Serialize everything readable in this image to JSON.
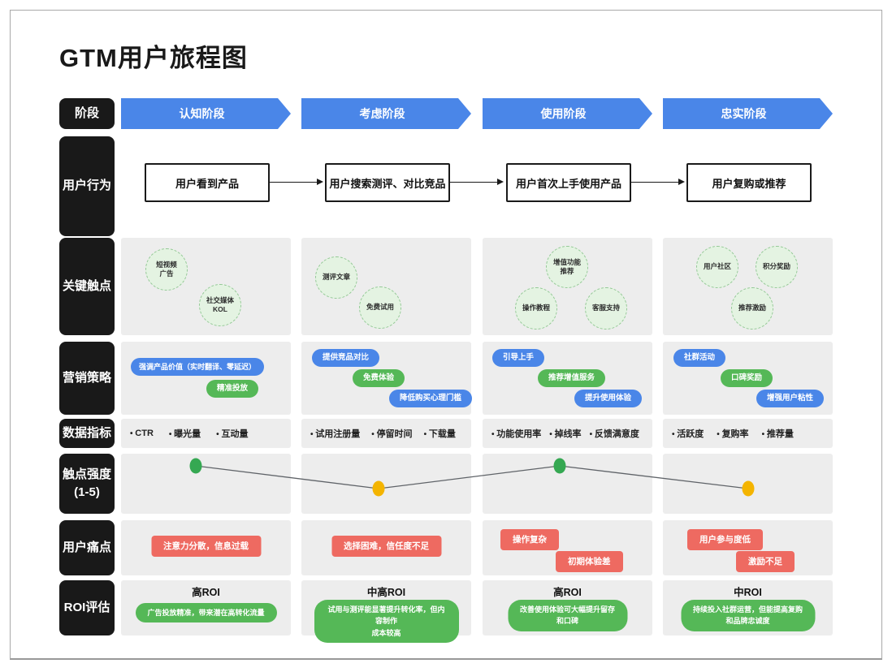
{
  "page": {
    "title": "GTM用户旅程图"
  },
  "colors": {
    "blue": "#4a86e8",
    "green": "#55b857",
    "red": "#ee6a61",
    "lightgreen": "#e4f3e2",
    "circleborder": "#94c996",
    "panel": "#ededed",
    "black": "#191919"
  },
  "row_labels": {
    "stage": "阶段",
    "behavior": "用户行为",
    "touchpoints": "关键触点",
    "strategy": "营销策略",
    "metrics": "数据指标",
    "intensity": "触点强度\n(1-5)",
    "pain": "用户痛点",
    "roi": "ROI评估"
  },
  "stages": [
    {
      "label": "认知阶段"
    },
    {
      "label": "考虑阶段"
    },
    {
      "label": "使用阶段"
    },
    {
      "label": "忠实阶段"
    }
  ],
  "behaviors": [
    {
      "label": "用户看到产品"
    },
    {
      "label": "用户搜索测评、对比竞品"
    },
    {
      "label": "用户首次上手使用产品"
    },
    {
      "label": "用户复购或推荐"
    }
  ],
  "touchpoints": {
    "columns": [
      {
        "items": [
          {
            "label": "短视频\n广告"
          },
          {
            "label": "社交媒体\nKOL"
          }
        ]
      },
      {
        "items": [
          {
            "label": "测评文章"
          },
          {
            "label": "免费试用"
          }
        ]
      },
      {
        "items": [
          {
            "label": "增值功能\n推荐"
          },
          {
            "label": "操作教程"
          },
          {
            "label": "客服支持"
          }
        ]
      },
      {
        "items": [
          {
            "label": "用户社区"
          },
          {
            "label": "积分奖励"
          },
          {
            "label": "推荐激励"
          }
        ]
      }
    ]
  },
  "strategies": {
    "columns": [
      {
        "items": [
          {
            "label": "强调产品价值（实时翻译、零延迟）",
            "variant": "blue"
          },
          {
            "label": "精准投放",
            "variant": "green"
          }
        ]
      },
      {
        "items": [
          {
            "label": "提供竞品对比",
            "variant": "blue"
          },
          {
            "label": "免费体验",
            "variant": "green"
          },
          {
            "label": "降低购买心理门槛",
            "variant": "blue"
          }
        ]
      },
      {
        "items": [
          {
            "label": "引导上手",
            "variant": "blue"
          },
          {
            "label": "推荐增值服务",
            "variant": "green"
          },
          {
            "label": "提升使用体验",
            "variant": "blue"
          }
        ]
      },
      {
        "items": [
          {
            "label": "社群活动",
            "variant": "blue"
          },
          {
            "label": "口碑奖励",
            "variant": "green"
          },
          {
            "label": "增强用户粘性",
            "variant": "blue"
          }
        ]
      }
    ]
  },
  "metrics": {
    "columns": [
      {
        "items": [
          "CTR",
          "曝光量",
          "互动量"
        ]
      },
      {
        "items": [
          "试用注册量",
          "停留时间",
          "下载量"
        ]
      },
      {
        "items": [
          "功能使用率",
          "掉线率",
          "反馈满意度"
        ]
      },
      {
        "items": [
          "活跃度",
          "复购率",
          "推荐量"
        ]
      }
    ]
  },
  "chart_data": {
    "type": "line",
    "title": "触点强度(1-5)",
    "categories": [
      "认知阶段",
      "考虑阶段",
      "使用阶段",
      "忠实阶段"
    ],
    "values": [
      4,
      2.5,
      4,
      2.5
    ],
    "ylim": [
      1,
      5
    ],
    "point_colors": [
      "#35a852",
      "#f4b400",
      "#35a852",
      "#f4b400"
    ],
    "line_color": "#5f6368",
    "legend": "none",
    "grid": false
  },
  "pain_points": {
    "columns": [
      {
        "items": [
          {
            "label": "注意力分散，信息过载"
          }
        ]
      },
      {
        "items": [
          {
            "label": "选择困难，信任度不足"
          }
        ]
      },
      {
        "items": [
          {
            "label": "操作复杂"
          },
          {
            "label": "初期体验差"
          }
        ]
      },
      {
        "items": [
          {
            "label": "用户参与度低"
          },
          {
            "label": "激励不足"
          }
        ]
      }
    ]
  },
  "roi": {
    "columns": [
      {
        "level": "高ROI",
        "note": "广告投放精准，带来潜在高转化流量"
      },
      {
        "level": "中高ROI",
        "note": "试用与测评能显著提升转化率，但内容制作\n成本较高"
      },
      {
        "level": "高ROI",
        "note": "改善使用体验可大幅提升留存\n和口碑"
      },
      {
        "level": "中ROI",
        "note": "持续投入社群运营，但能提高复购\n和品牌忠诚度"
      }
    ]
  }
}
